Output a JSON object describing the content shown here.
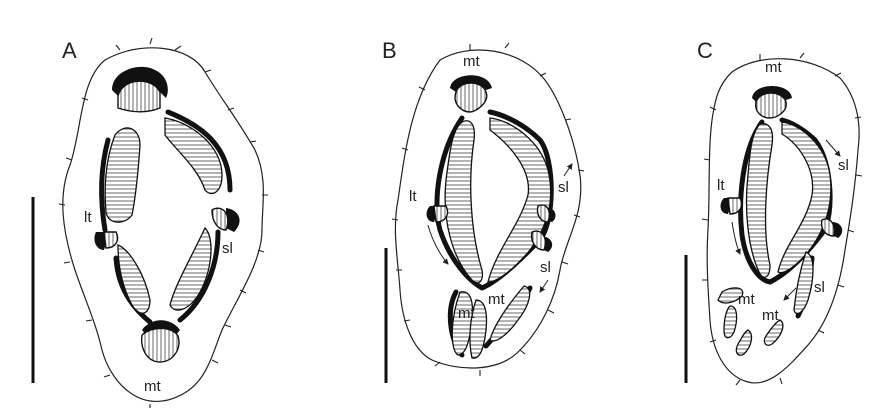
{
  "panels": [
    {
      "id": "A",
      "letter": "A",
      "labels": {
        "lt": "lt",
        "sl": "sl",
        "mt_bottom": "mt"
      }
    },
    {
      "id": "B",
      "letter": "B",
      "labels": {
        "mt_top": "mt",
        "lt": "lt",
        "sl_upper": "sl",
        "sl_lower": "sl",
        "mt_lower_left": "mt",
        "mt_lower_right": "mt"
      }
    },
    {
      "id": "C",
      "letter": "C",
      "labels": {
        "mt_top": "mt",
        "lt": "lt",
        "sl_upper": "sl",
        "sl_lower": "sl",
        "mt_lower_left": "mt",
        "mt_lower_right": "mt"
      }
    }
  ],
  "scale_bars": 3
}
